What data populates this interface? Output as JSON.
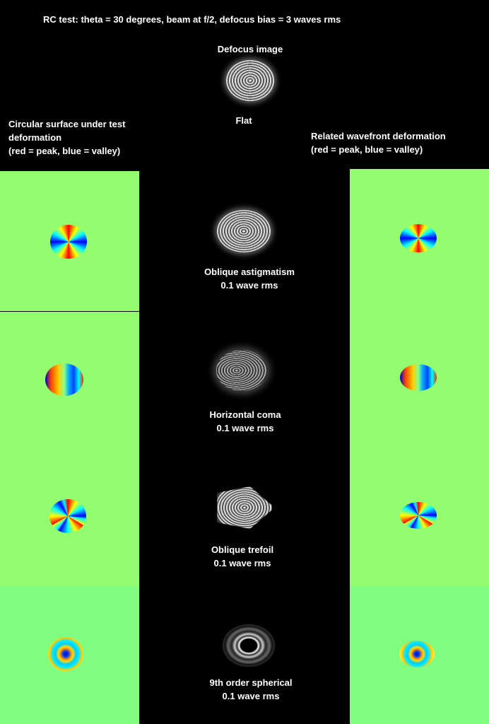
{
  "title": "RC test:  theta = 30 degrees, beam at f/2, defocus bias = 3 waves rms",
  "center_header": "Defocus image",
  "left_header": [
    "Circular surface under test",
    "deformation",
    "(red = peak, blue = valley)"
  ],
  "right_header": [
    "Related wavefront deformation",
    "(red = peak, blue = valley)"
  ],
  "rows": [
    {
      "label": "Flat",
      "amount": ""
    },
    {
      "label": "Oblique astigmatism",
      "amount": "0.1 wave rms"
    },
    {
      "label": "Horizontal coma",
      "amount": "0.1 wave rms"
    },
    {
      "label": "Oblique trefoil",
      "amount": "0.1 wave rms"
    },
    {
      "label": "9th order spherical",
      "amount": "0.1 wave rms"
    }
  ],
  "colors": {
    "panel_green": "#93fc6f",
    "panel_green_light": "#80fc80",
    "background": "#000000"
  }
}
